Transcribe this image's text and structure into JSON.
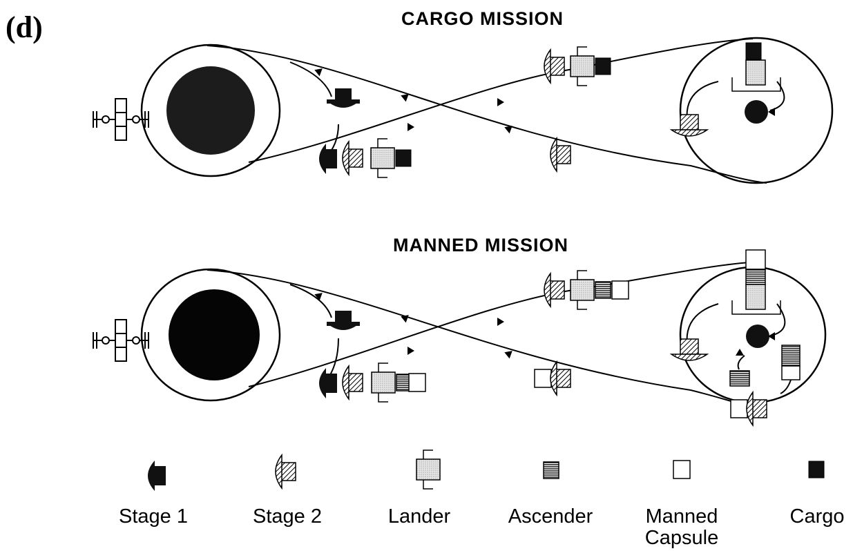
{
  "panel_label": "(d)",
  "cargo": {
    "title": "CARGO MISSION"
  },
  "manned": {
    "title": "MANNED MISSION"
  },
  "legend": {
    "stage1": "Stage 1",
    "stage2": "Stage 2",
    "lander": "Lander",
    "ascender": "Ascender",
    "capsule": "Manned\nCapsule",
    "cargo": "Cargo"
  },
  "colors": {
    "ink": "#000000",
    "lander_fill": "#dcdcdc",
    "earth_fill": "#1a1a1a"
  }
}
